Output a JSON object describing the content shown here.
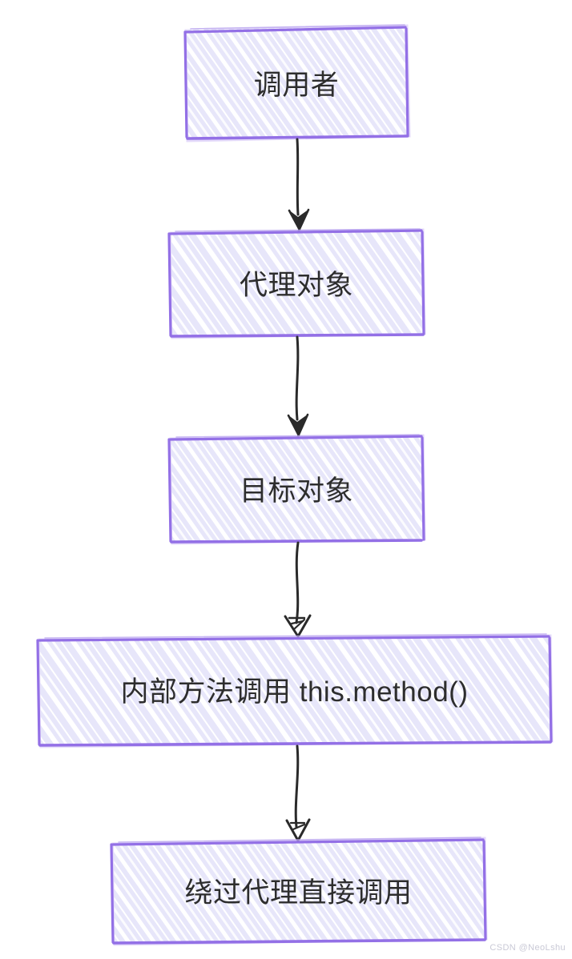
{
  "diagram": {
    "type": "flowchart",
    "orientation": "top-to-bottom",
    "style": "hand-drawn-sketch",
    "colors": {
      "node_fill": "#e7e6fa",
      "node_border": "#9370e6",
      "node_hatch": "#ffffff",
      "node_text": "#2d2d2d",
      "arrow": "#2a2a2a",
      "background": "#ffffff",
      "watermark_text": "#c9c9d6"
    },
    "nodes": [
      {
        "id": "caller",
        "label": "调用者"
      },
      {
        "id": "proxy-object",
        "label": "代理对象"
      },
      {
        "id": "target-object",
        "label": "目标对象"
      },
      {
        "id": "internal-call",
        "label": "内部方法调用 this.method()"
      },
      {
        "id": "bypass-proxy",
        "label": "绕过代理直接调用"
      }
    ],
    "edges": [
      {
        "from": "caller",
        "to": "proxy-object",
        "label": ""
      },
      {
        "from": "proxy-object",
        "to": "target-object",
        "label": ""
      },
      {
        "from": "target-object",
        "to": "internal-call",
        "label": ""
      },
      {
        "from": "internal-call",
        "to": "bypass-proxy",
        "label": ""
      }
    ]
  },
  "watermark": {
    "text": "CSDN @NeoLshu"
  }
}
